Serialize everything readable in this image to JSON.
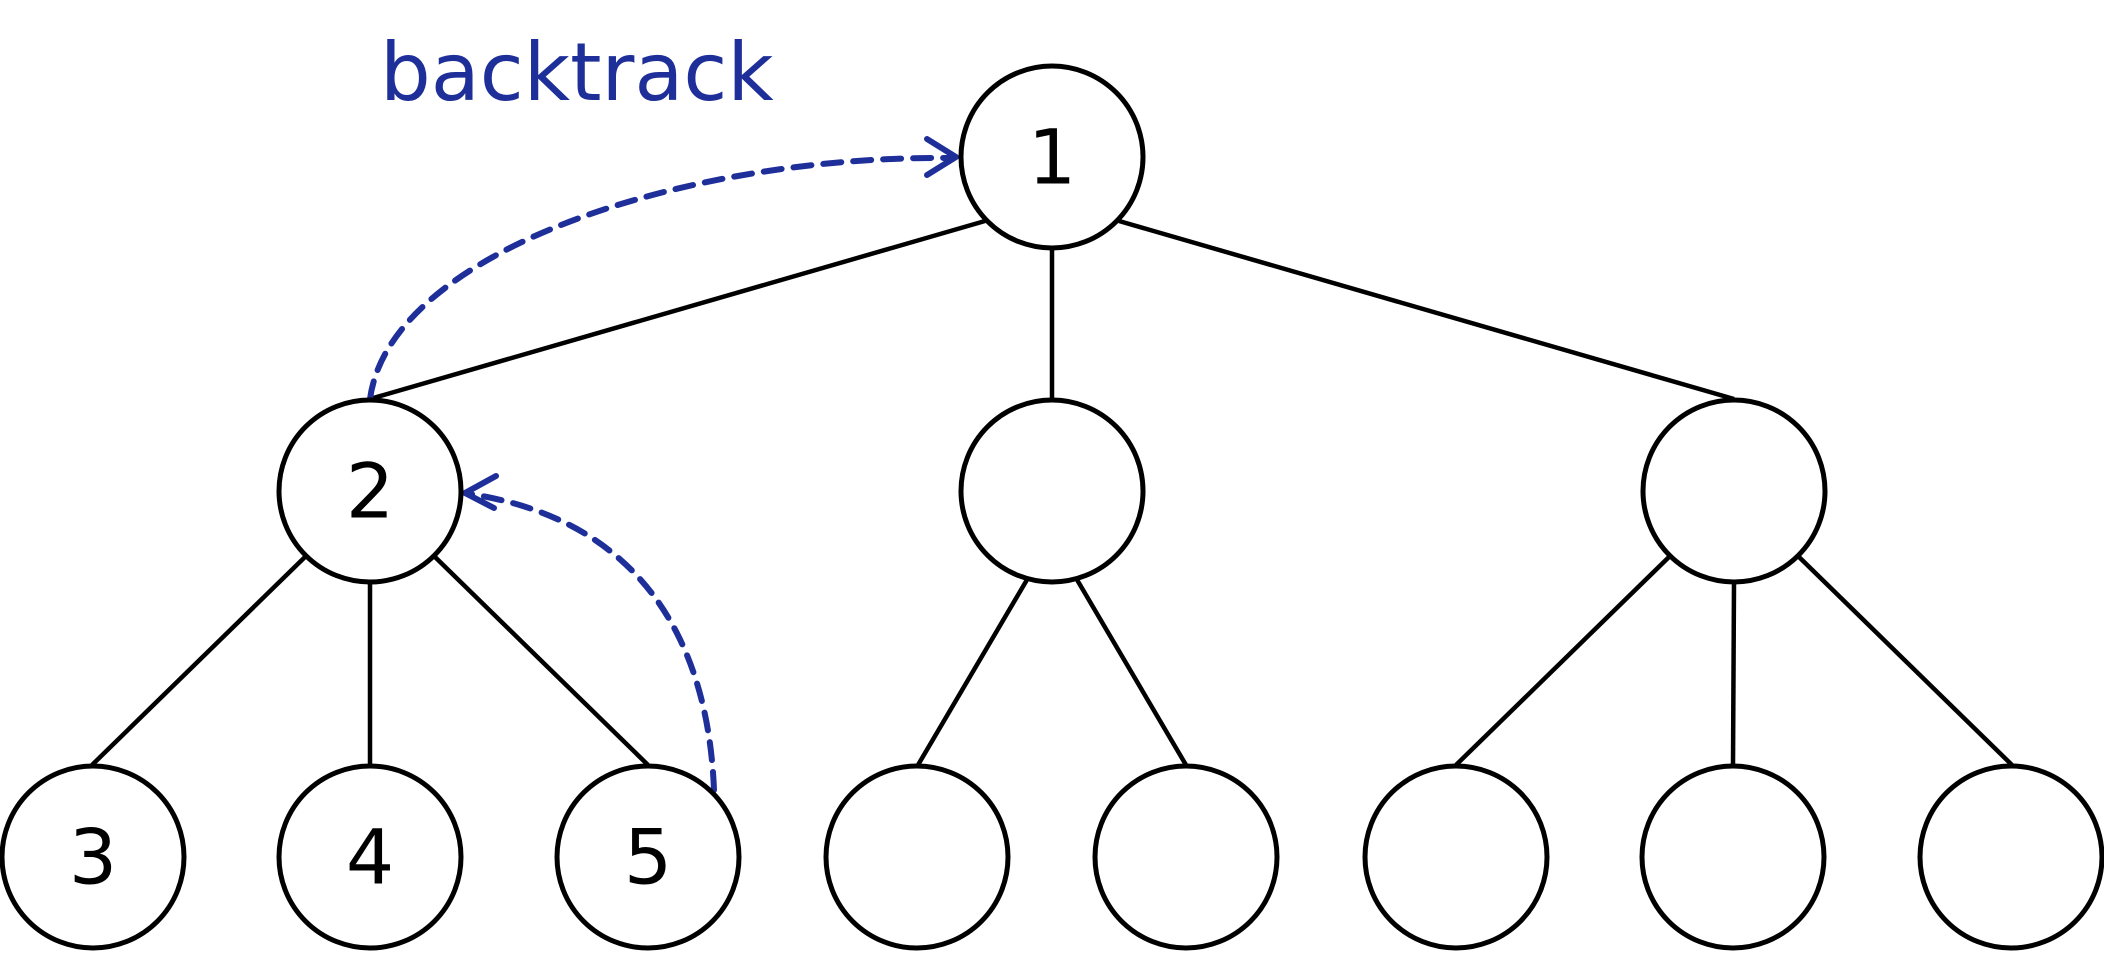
{
  "colors": {
    "annotation": "#1f2f9a",
    "stroke": "#000000"
  },
  "annotation": {
    "label": "backtrack"
  },
  "tree": {
    "nodes": [
      {
        "id": "root",
        "label": "1"
      },
      {
        "id": "l1-left",
        "label": "2"
      },
      {
        "id": "l1-middle",
        "label": ""
      },
      {
        "id": "l1-right",
        "label": ""
      },
      {
        "id": "leaf-1",
        "label": "3"
      },
      {
        "id": "leaf-2",
        "label": "4"
      },
      {
        "id": "leaf-3",
        "label": "5"
      },
      {
        "id": "leaf-4",
        "label": ""
      },
      {
        "id": "leaf-5",
        "label": ""
      },
      {
        "id": "leaf-6",
        "label": ""
      },
      {
        "id": "leaf-7",
        "label": ""
      },
      {
        "id": "leaf-8",
        "label": ""
      }
    ],
    "edges": [
      {
        "from": "root",
        "to": "l1-left"
      },
      {
        "from": "root",
        "to": "l1-middle"
      },
      {
        "from": "root",
        "to": "l1-right"
      },
      {
        "from": "l1-left",
        "to": "leaf-1"
      },
      {
        "from": "l1-left",
        "to": "leaf-2"
      },
      {
        "from": "l1-left",
        "to": "leaf-3"
      },
      {
        "from": "l1-middle",
        "to": "leaf-4"
      },
      {
        "from": "l1-middle",
        "to": "leaf-5"
      },
      {
        "from": "l1-right",
        "to": "leaf-6"
      },
      {
        "from": "l1-right",
        "to": "leaf-7"
      },
      {
        "from": "l1-right",
        "to": "leaf-8"
      }
    ],
    "backtrack_arrows": [
      {
        "from": "leaf-3",
        "to": "l1-left"
      },
      {
        "from": "l1-left",
        "to": "root"
      }
    ]
  }
}
